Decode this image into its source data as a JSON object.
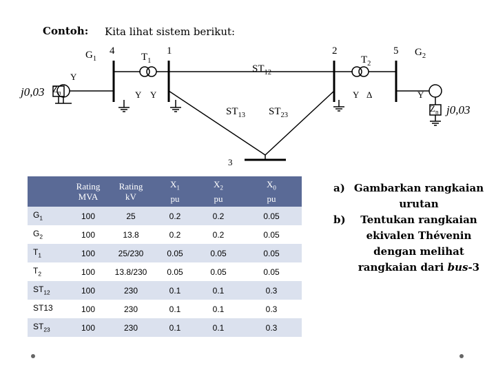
{
  "header": {
    "label": "Contoh:",
    "text": "Kita lihat sistem berikut:"
  },
  "diagram": {
    "gen_left": "G",
    "gen_left_sub": "1",
    "gen_right": "G",
    "gen_right_sub": "2",
    "bus4": "4",
    "bus1": "1",
    "bus2": "2",
    "bus5": "5",
    "bus3": "3",
    "t1": "T",
    "t1_sub": "1",
    "t2": "T",
    "t2_sub": "2",
    "st12": "ST",
    "st12_sub": "12",
    "st13": "ST",
    "st13_sub": "13",
    "st23": "ST",
    "st23_sub": "23",
    "y_gen_left": "Y",
    "y_t1_left": "Y",
    "y_t1_right": "Y",
    "y_t2_left": "Y",
    "delta_t2": "Δ",
    "y_gen_right": "Y",
    "zn_left": "Z",
    "zn_left_sub": "n",
    "zn_right": "Z",
    "zn_right_sub": "n",
    "imp_left": "j0,03",
    "imp_right": "j0,03"
  },
  "table": {
    "headers": [
      {
        "line1": "Rating",
        "line2": "MVA"
      },
      {
        "line1": "Rating",
        "line2": "kV"
      },
      {
        "line1": "X",
        "sub1": "1",
        "line2": "pu"
      },
      {
        "line1": "X",
        "sub1": "2",
        "line2": "pu"
      },
      {
        "line1": "X",
        "sub1": "0",
        "line2": "pu"
      }
    ],
    "rows": [
      {
        "name": "G",
        "sub": "1",
        "mva": "100",
        "kv": "25",
        "x1": "0.2",
        "x2": "0.2",
        "x0": "0.05"
      },
      {
        "name": "G",
        "sub": "2",
        "mva": "100",
        "kv": "13.8",
        "x1": "0.2",
        "x2": "0.2",
        "x0": "0.05"
      },
      {
        "name": "T",
        "sub": "1",
        "mva": "100",
        "kv": "25/230",
        "x1": "0.05",
        "x2": "0.05",
        "x0": "0.05"
      },
      {
        "name": "T",
        "sub": "2",
        "mva": "100",
        "kv": "13.8/230",
        "x1": "0.05",
        "x2": "0.05",
        "x0": "0.05"
      },
      {
        "name": "ST",
        "sub": "12",
        "mva": "100",
        "kv": "230",
        "x1": "0.1",
        "x2": "0.1",
        "x0": "0.3"
      },
      {
        "name": "ST13",
        "sub": "",
        "mva": "100",
        "kv": "230",
        "x1": "0.1",
        "x2": "0.1",
        "x0": "0.3"
      },
      {
        "name": "ST",
        "sub": "23",
        "mva": "100",
        "kv": "230",
        "x1": "0.1",
        "x2": "0.1",
        "x0": "0.3"
      }
    ]
  },
  "notes": [
    {
      "marker": "a)",
      "text": "Gambarkan rangkaian urutan"
    },
    {
      "marker": "b)",
      "text_before": "Tentukan rangkaian ekivalen Thévenin dengan melihat rangkaian dari ",
      "italic": "bus",
      "text_after": "-3"
    }
  ]
}
